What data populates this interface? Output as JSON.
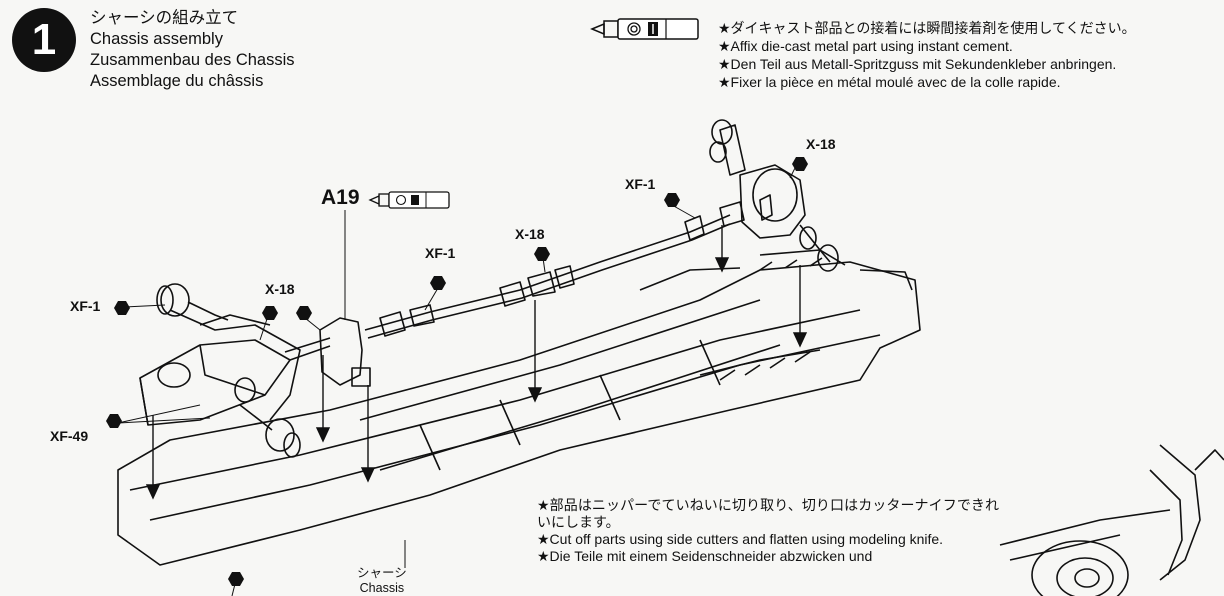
{
  "step": {
    "number": "1",
    "title_ja": "シャーシの組み立て",
    "title_en": "Chassis assembly",
    "title_de": "Zusammenbau des Chassis",
    "title_fr": "Assemblage du châssis"
  },
  "glue_note": {
    "ja": "★ダイキャスト部品との接着には瞬間接着剤を使用してください。",
    "en": "★Affix die-cast metal part using instant cement.",
    "de": "★Den Teil aus Metall-Spritzguss mit Sekundenkleber anbringen.",
    "fr": "★Fixer la pièce en métal moulé avec de la colle rapide."
  },
  "callouts": {
    "a19": "A19",
    "x18_right": "X-18",
    "xf1_top": "XF-1",
    "x18_mid": "X-18",
    "xf1_mid": "XF-1",
    "x18_left": "X-18",
    "xf1_left": "XF-1",
    "xf49": "XF-49"
  },
  "cut_note": {
    "ja": "★部品はニッパーでていねいに切り取り、切り口はカッターナイフできれいにします。",
    "en": "★Cut off parts using side cutters and flatten using modeling knife.",
    "de": "★Die Teile mit einem Seidenschneider abzwicken und"
  },
  "chassis_label": {
    "ja": "シャーシ",
    "en": "Chassis"
  },
  "colors": {
    "ink": "#111111",
    "paper": "#f7f7f5"
  }
}
